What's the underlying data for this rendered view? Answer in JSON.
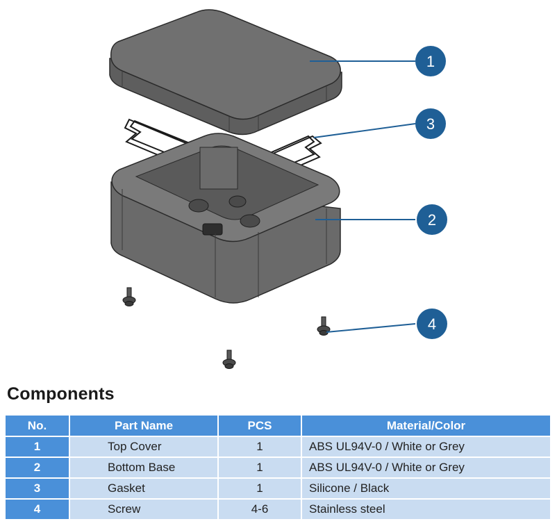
{
  "figure": {
    "callouts": [
      "1",
      "3",
      "2",
      "4"
    ]
  },
  "section_title": "Components",
  "table": {
    "headers": [
      "No.",
      "Part Name",
      "PCS",
      "Material/Color"
    ],
    "rows": [
      {
        "no": "1",
        "name": "Top Cover",
        "pcs": "1",
        "material": "ABS UL94V-0 / White or Grey"
      },
      {
        "no": "2",
        "name": "Bottom Base",
        "pcs": "1",
        "material": "ABS UL94V-0 / White or Grey"
      },
      {
        "no": "3",
        "name": "Gasket",
        "pcs": "1",
        "material": "Silicone / Black"
      },
      {
        "no": "4",
        "name": "Screw",
        "pcs": "4-6",
        "material": "Stainless steel"
      }
    ]
  },
  "colors": {
    "callout": "#1f5f96",
    "header": "#4a90d9",
    "row": "#c9dcf1",
    "enclosure": "#6e6e6e"
  }
}
